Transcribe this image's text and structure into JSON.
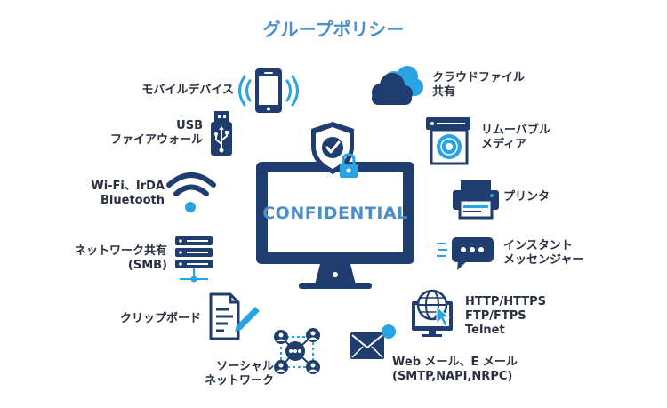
{
  "title": "グループポリシー",
  "center": {
    "label": "CONFIDENTIAL"
  },
  "colors": {
    "navy": "#1f3d6e",
    "accent": "#2aa3e3",
    "title": "#4d8ec9",
    "text": "#2a2f3e"
  },
  "left_items": [
    {
      "lines": [
        "モバイルデバイス"
      ],
      "icon": "smartphone-icon"
    },
    {
      "lines": [
        "USB",
        "ファイアウォール"
      ],
      "icon": "usb-drive-icon"
    },
    {
      "lines": [
        "Wi-Fi、IrDA",
        "Bluetooth"
      ],
      "icon": "wifi-icon"
    },
    {
      "lines": [
        "ネットワーク共有",
        "(SMB)"
      ],
      "icon": "server-icon"
    },
    {
      "lines": [
        "クリップボード"
      ],
      "icon": "clipboard-document-icon"
    },
    {
      "lines": [
        "ソーシャル",
        "ネットワーク"
      ],
      "icon": "social-network-icon"
    }
  ],
  "right_items": [
    {
      "lines": [
        "クラウドファイル",
        "共有"
      ],
      "icon": "cloud-icon"
    },
    {
      "lines": [
        "リムーバブル",
        "メディア"
      ],
      "icon": "disc-drive-icon"
    },
    {
      "lines": [
        "プリンタ"
      ],
      "icon": "printer-icon"
    },
    {
      "lines": [
        "インスタント",
        "メッセンジャー"
      ],
      "icon": "chat-bubble-icon"
    },
    {
      "lines": [
        "HTTP/HTTPS",
        "FTP/FTPS",
        "Telnet"
      ],
      "icon": "web-globe-icon"
    },
    {
      "lines": [
        "Web メール、E メール",
        "(SMTP,NAPI,NRPC)"
      ],
      "icon": "email-icon"
    }
  ]
}
